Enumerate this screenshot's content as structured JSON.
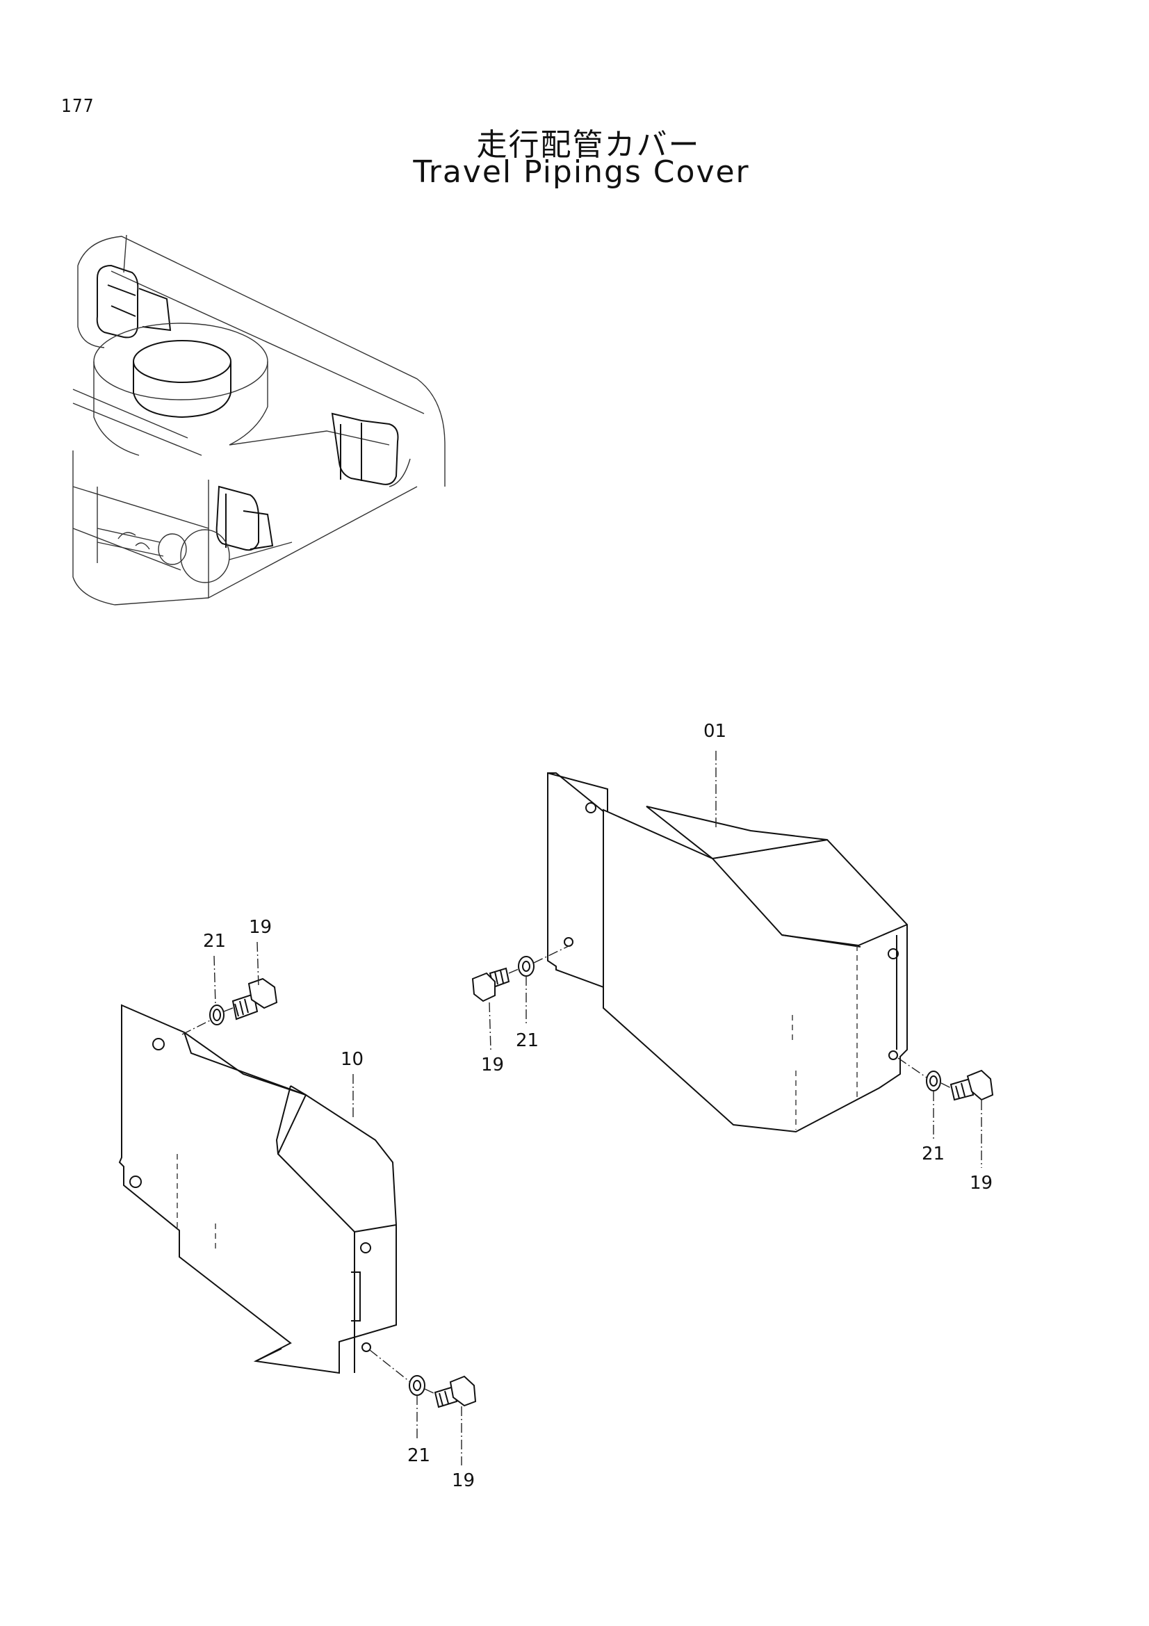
{
  "page": {
    "number": "177",
    "title_jp": "走行配管カバー",
    "title_en": "Travel Pipings Cover"
  },
  "callouts": [
    {
      "id": "c01",
      "label": "01"
    },
    {
      "id": "c10",
      "label": "10"
    },
    {
      "id": "c19a",
      "label": "19"
    },
    {
      "id": "c21a",
      "label": "21"
    },
    {
      "id": "c19b",
      "label": "19"
    },
    {
      "id": "c21b",
      "label": "21"
    },
    {
      "id": "c21c",
      "label": "21"
    },
    {
      "id": "c19c",
      "label": "19"
    },
    {
      "id": "c21d",
      "label": "21"
    },
    {
      "id": "c19d",
      "label": "19"
    }
  ]
}
